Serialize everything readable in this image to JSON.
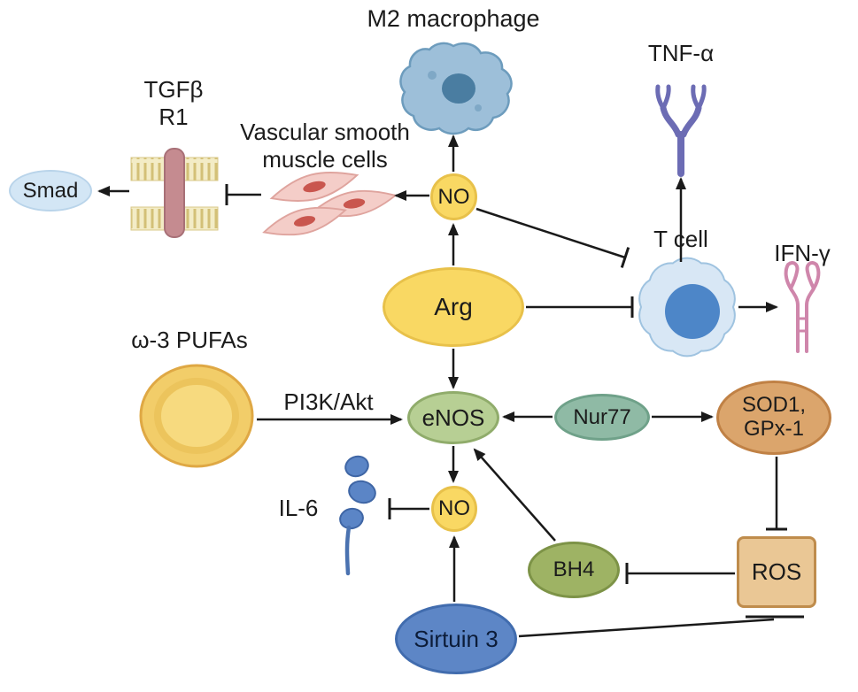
{
  "diagram": {
    "nodes": {
      "m2_macrophage": {
        "label": "M2 macrophage"
      },
      "tnf_alpha": {
        "label": "TNF-α"
      },
      "tgfb_r1": {
        "label_line1": "TGFβ",
        "label_line2": "R1"
      },
      "vsmc": {
        "label_line1": "Vascular smooth",
        "label_line2": "muscle cells"
      },
      "smad": {
        "label": "Smad"
      },
      "no_upper": {
        "label": "NO"
      },
      "t_cell": {
        "label": "T cell"
      },
      "ifn_gamma": {
        "label": "IFN-γ"
      },
      "arg": {
        "label": "Arg"
      },
      "omega3_pufas": {
        "label": "ω-3 PUFAs"
      },
      "pi3k_akt": {
        "label": "PI3K/Akt"
      },
      "enos": {
        "label": "eNOS"
      },
      "nur77": {
        "label": "Nur77"
      },
      "sod1_gpx1": {
        "label_line1": "SOD1,",
        "label_line2": "GPx-1"
      },
      "il6": {
        "label": "IL-6"
      },
      "no_lower": {
        "label": "NO"
      },
      "bh4": {
        "label": "BH4"
      },
      "ros": {
        "label": "ROS"
      },
      "sirtuin3": {
        "label": "Sirtuin 3"
      }
    },
    "edges": [
      {
        "from": "Arg",
        "to": "NO (upper)",
        "type": "activation"
      },
      {
        "from": "NO (upper)",
        "to": "M2 macrophage",
        "type": "activation"
      },
      {
        "from": "NO (upper)",
        "to": "Vascular smooth muscle cells",
        "type": "activation"
      },
      {
        "from": "NO (upper)",
        "to": "T cell",
        "type": "inhibition"
      },
      {
        "from": "Vascular smooth muscle cells",
        "to": "TGFβ R1",
        "type": "inhibition"
      },
      {
        "from": "TGFβ R1",
        "to": "Smad",
        "type": "activation"
      },
      {
        "from": "Arg",
        "to": "T cell",
        "type": "inhibition"
      },
      {
        "from": "T cell",
        "to": "TNF-α",
        "type": "activation"
      },
      {
        "from": "T cell",
        "to": "IFN-γ",
        "type": "activation"
      },
      {
        "from": "ω-3 PUFAs",
        "to": "eNOS",
        "type": "activation",
        "via": "PI3K/Akt"
      },
      {
        "from": "Arg",
        "to": "eNOS",
        "type": "activation"
      },
      {
        "from": "Nur77",
        "to": "eNOS",
        "type": "activation"
      },
      {
        "from": "Nur77",
        "to": "SOD1, GPx-1",
        "type": "activation"
      },
      {
        "from": "eNOS",
        "to": "NO (lower)",
        "type": "activation"
      },
      {
        "from": "NO (lower)",
        "to": "IL-6",
        "type": "inhibition"
      },
      {
        "from": "BH4",
        "to": "eNOS",
        "type": "activation"
      },
      {
        "from": "SOD1, GPx-1",
        "to": "ROS",
        "type": "inhibition"
      },
      {
        "from": "ROS",
        "to": "BH4",
        "type": "inhibition"
      },
      {
        "from": "Sirtuin 3",
        "to": "NO (lower)",
        "type": "activation"
      },
      {
        "from": "Sirtuin 3",
        "to": "ROS",
        "type": "inhibition"
      }
    ],
    "colors": {
      "yellow_node": "#f9d863",
      "green_node": "#b7cf94",
      "teal_node": "#8fbaa5",
      "brown_node": "#dba56c",
      "olive_node": "#9eb364",
      "blue_node": "#5d86c6",
      "ros_box": "#eac795",
      "smad_node": "#d3e6f5",
      "line": "#1a1a1a"
    }
  }
}
